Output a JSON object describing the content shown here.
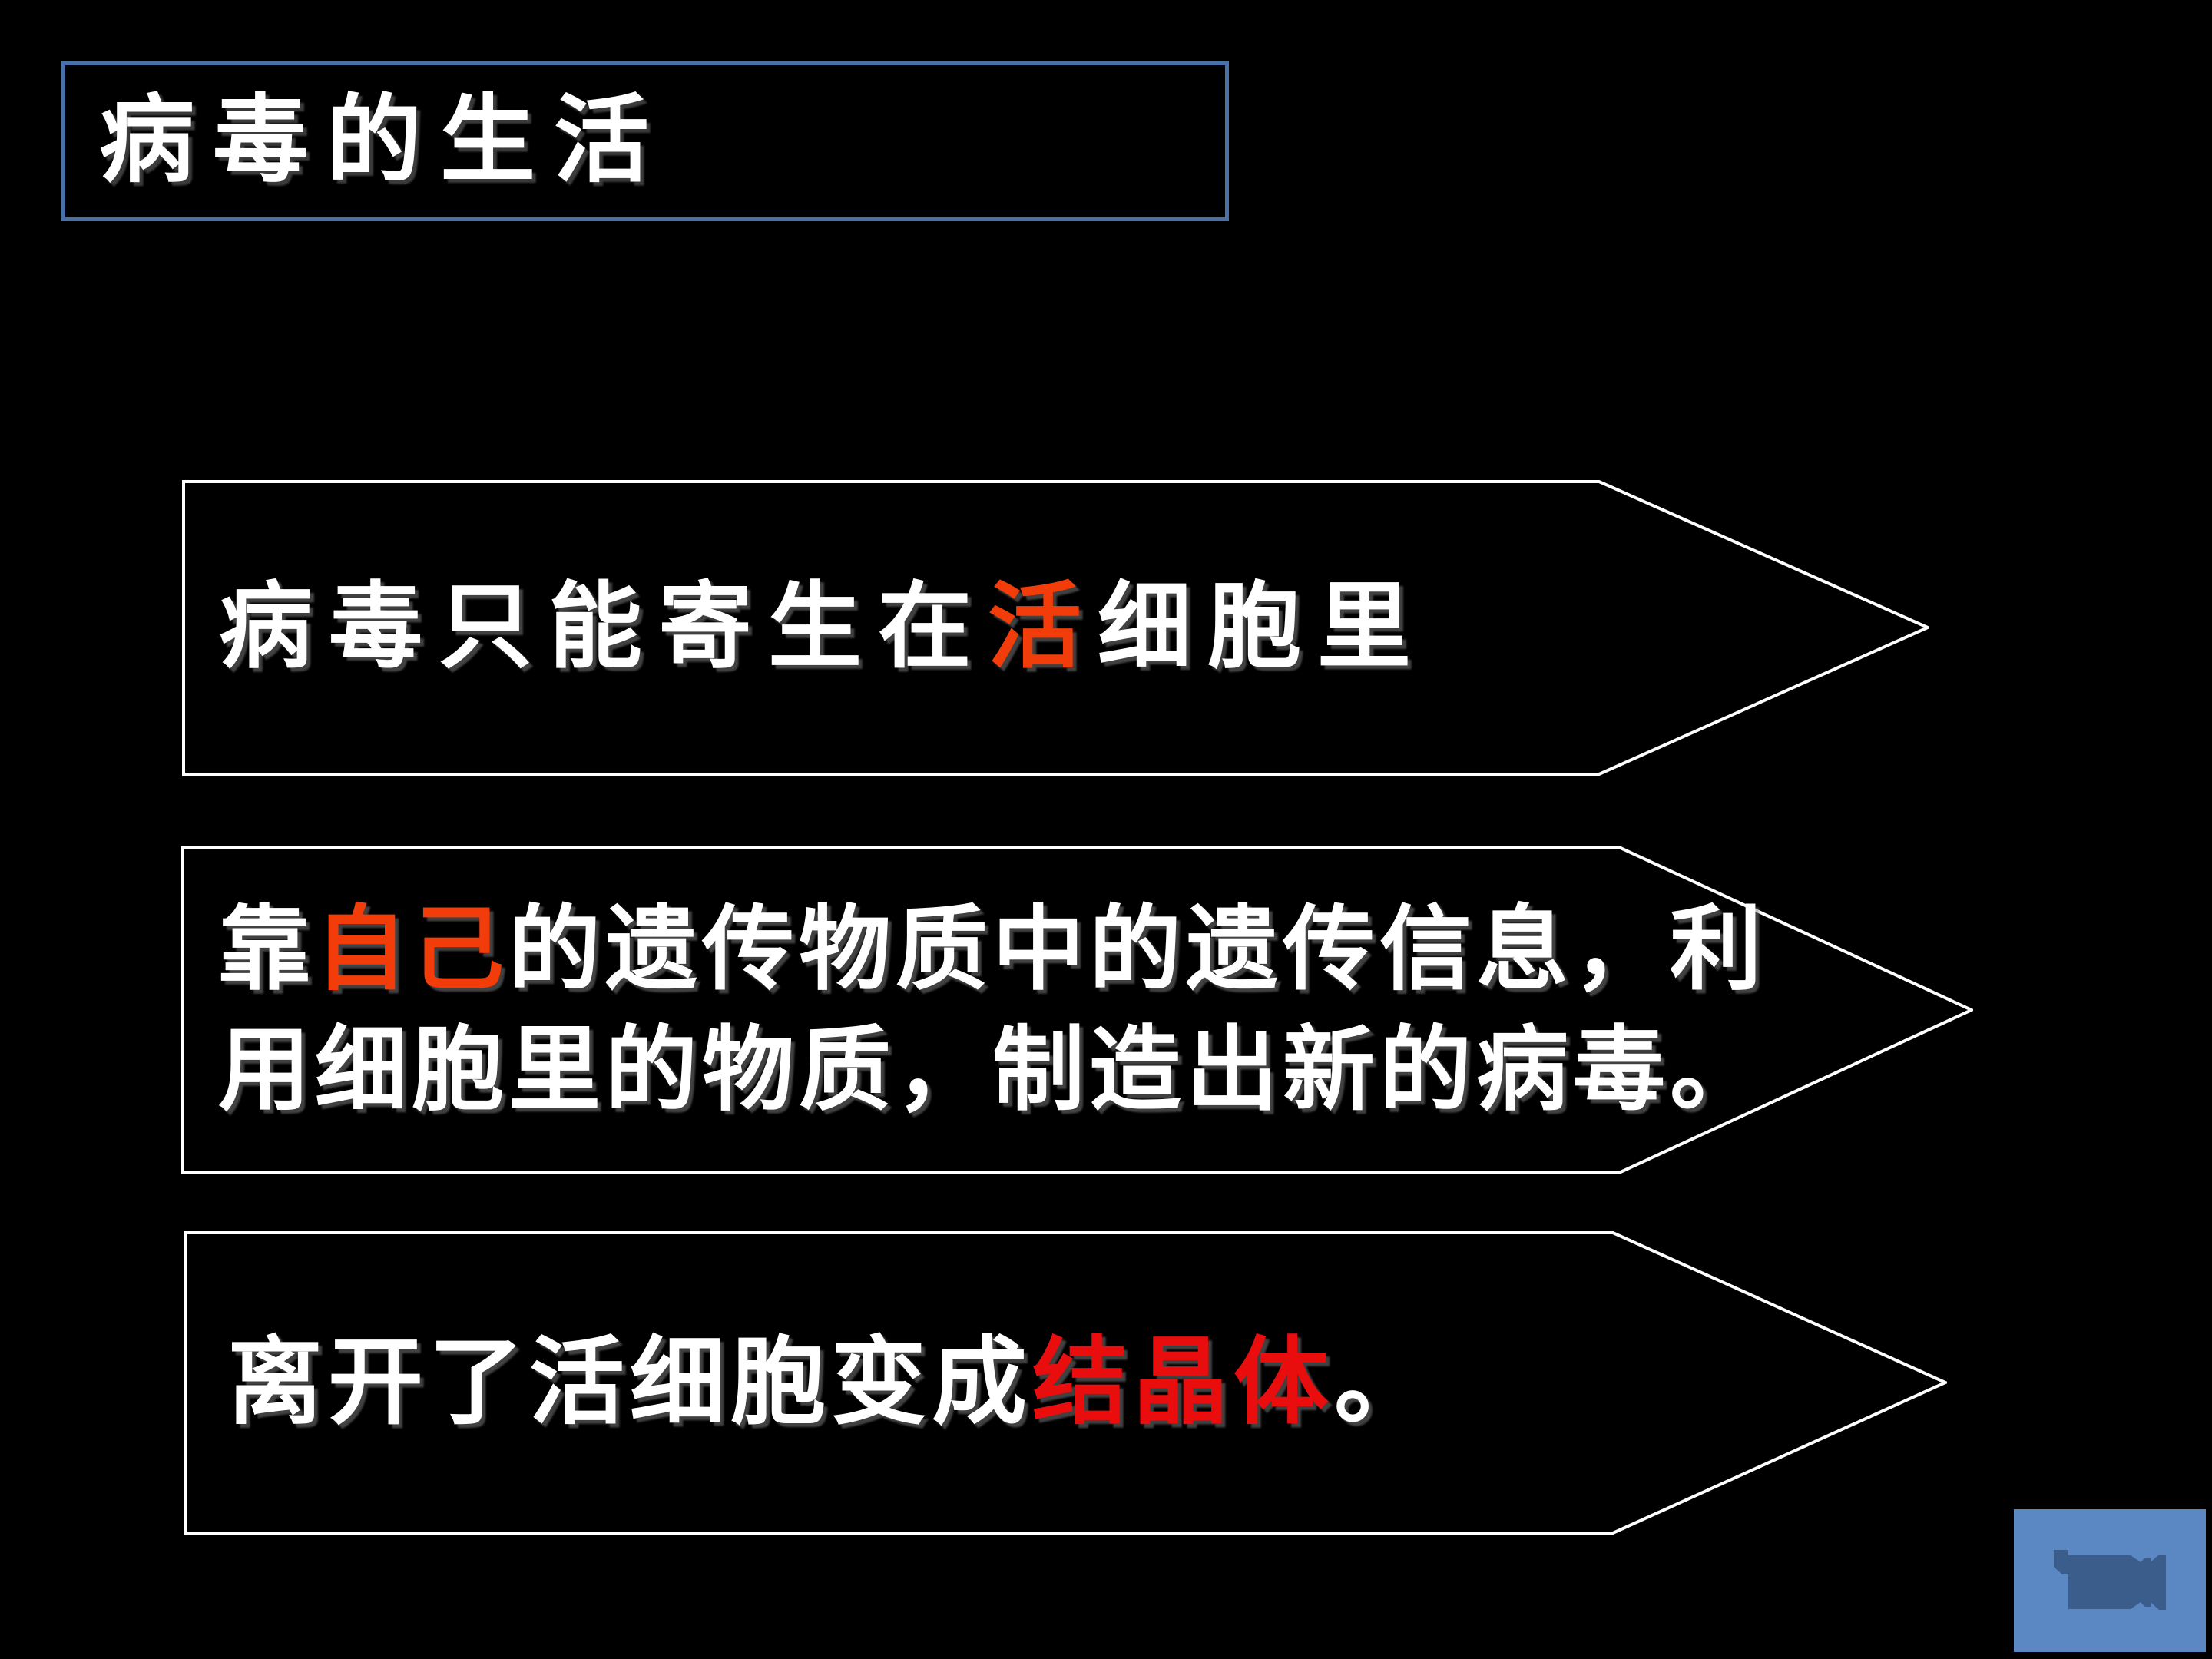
{
  "slide": {
    "background": "#000000"
  },
  "title": {
    "text": "病毒的生活",
    "text_color": "#ffffff",
    "border_color": "#4a70a8"
  },
  "colors": {
    "outline": "#ffffff",
    "orange_red": "#f23d0a",
    "red": "#e90d0d",
    "media_bg": "#5b87c3",
    "media_icon": "#3a5d8c"
  },
  "arrows": [
    {
      "name": "arrow-banner-1",
      "segments": [
        {
          "text": "病毒只能寄生在"
        },
        {
          "text": "活",
          "emphasis": "orange_red"
        },
        {
          "text": "细胞里"
        }
      ]
    },
    {
      "name": "arrow-banner-2",
      "lines": [
        [
          {
            "text": "靠"
          },
          {
            "text": "自己",
            "emphasis": "orange_red"
          },
          {
            "text": "的遗传物质中的遗传信息，利"
          }
        ],
        [
          {
            "text": "用细胞里的物质，制造出新的病毒。"
          }
        ]
      ]
    },
    {
      "name": "arrow-banner-3",
      "segments": [
        {
          "text": "离开了活细胞变成"
        },
        {
          "text": "结晶体",
          "emphasis": "red"
        },
        {
          "text": "。"
        }
      ]
    }
  ],
  "media_button": {
    "icon": "video-camera-icon"
  }
}
